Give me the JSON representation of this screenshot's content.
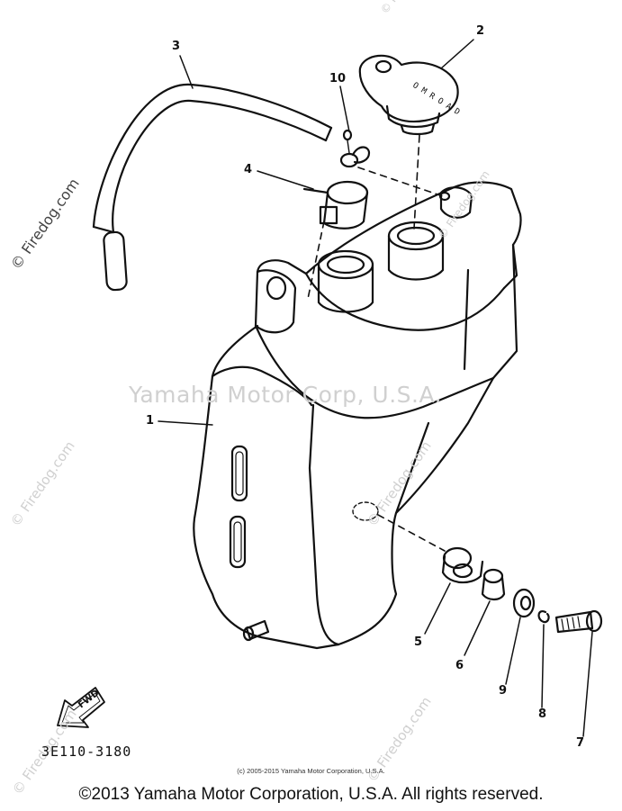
{
  "watermark_main": "Yamaha Motor Corp, U.S.A.",
  "watermark_side": "© Firedog.com",
  "callouts": [
    "1",
    "2",
    "3",
    "4",
    "5",
    "6",
    "7",
    "8",
    "9",
    "10"
  ],
  "fwd_label": "FWD",
  "cap_text": "O M R O A D",
  "part_code": "3E110-3180",
  "small_copyright": "(c) 2005-2015 Yamaha Motor Corporation, U.S.A.",
  "footer_copyright": "©2013 Yamaha Motor Corporation, U.S.A. All rights reserved."
}
